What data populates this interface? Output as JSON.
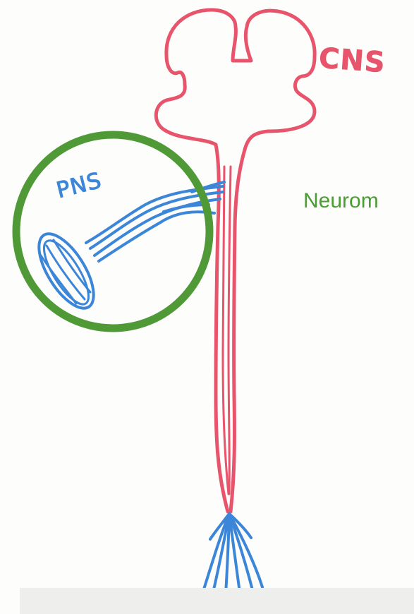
{
  "labels": {
    "cns": "CNS",
    "pns": "PNS",
    "neuromuscular": "Neurom"
  },
  "colors": {
    "cns_outline": "#e8546b",
    "pns_nerve": "#3b86d8",
    "highlight_circle": "#4f9a37",
    "neuromuscular_text": "#4a9d34",
    "background": "#fdfdfb"
  }
}
